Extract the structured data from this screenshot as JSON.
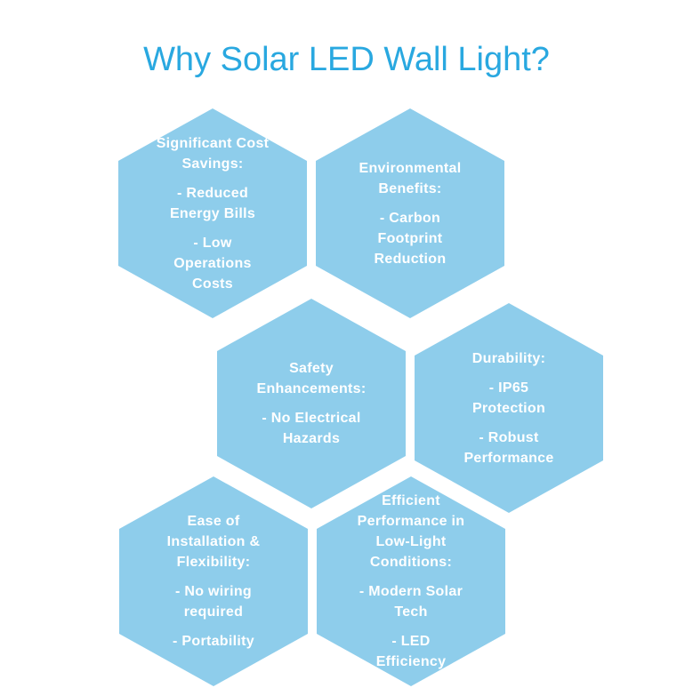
{
  "title": {
    "text": "Why Solar LED Wall Light?",
    "color": "#29a8e0"
  },
  "colors": {
    "background": "#ffffff",
    "hexagon_fill": "#8ecdeb",
    "hexagon_text": "#ffffff"
  },
  "hexagons": [
    {
      "paragraphs": [
        "Significant Cost\nSavings:",
        "- Reduced\nEnergy Bills",
        "- Low\nOperations\nCosts"
      ]
    },
    {
      "paragraphs": [
        "Environmental\nBenefits:",
        "- Carbon\nFootprint\nReduction"
      ]
    },
    {
      "paragraphs": [
        "Safety\nEnhancements:",
        "- No Electrical\nHazards"
      ]
    },
    {
      "paragraphs": [
        "Durability:",
        "- IP65\nProtection",
        "- Robust\nPerformance"
      ]
    },
    {
      "paragraphs": [
        "Ease of\nInstallation &\nFlexibility:",
        "- No wiring\nrequired",
        "- Portability"
      ]
    },
    {
      "paragraphs": [
        "Efficient\nPerformance in\nLow-Light\nConditions:",
        "- Modern Solar\nTech",
        "- LED\nEfficiency"
      ]
    }
  ]
}
